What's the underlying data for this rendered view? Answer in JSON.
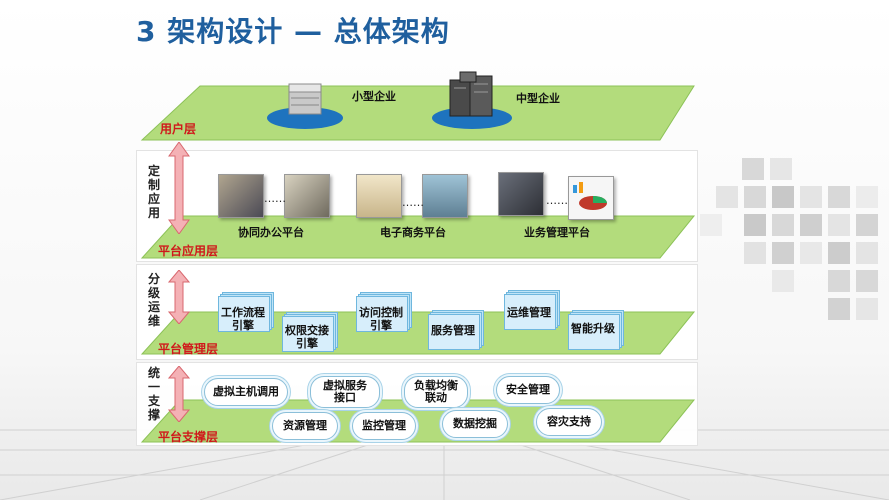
{
  "title": "3 架构设计 — 总体架构",
  "layers": {
    "user": {
      "name": "用户层",
      "small": "小型企业",
      "medium": "中型企业"
    },
    "app": {
      "name": "平台应用层",
      "side": [
        "定",
        "制",
        "应",
        "用"
      ],
      "dots": "……",
      "items": [
        "协同办公平台",
        "电子商务平台",
        "业务管理平台"
      ]
    },
    "mgmt": {
      "name": "平台管理层",
      "side": [
        "分",
        "级",
        "运",
        "维"
      ],
      "items": [
        {
          "l1": "工作流程",
          "l2": "引擎"
        },
        {
          "l1": "权限交接",
          "l2": "引擎"
        },
        {
          "l1": "访问控制",
          "l2": "引擎"
        },
        {
          "l1": "服务管理",
          "l2": ""
        },
        {
          "l1": "运维管理",
          "l2": ""
        },
        {
          "l1": "智能升级",
          "l2": ""
        }
      ]
    },
    "support": {
      "name": "平台支撑层",
      "side": [
        "统",
        "一",
        "支",
        "撑"
      ],
      "items": [
        {
          "l1": "虚拟主机调用",
          "l2": ""
        },
        {
          "l1": "虚拟服务",
          "l2": "接口"
        },
        {
          "l1": "负载均衡",
          "l2": "联动"
        },
        {
          "l1": "安全管理",
          "l2": ""
        },
        {
          "l1": "资源管理",
          "l2": ""
        },
        {
          "l1": "监控管理",
          "l2": ""
        },
        {
          "l1": "数据挖掘",
          "l2": ""
        },
        {
          "l1": "容灾支持",
          "l2": ""
        }
      ]
    }
  },
  "colors": {
    "title": "#1f5f9e",
    "layer_name": "#d0191b",
    "platform": "#a9d86e",
    "arrow": "#f2a3a8"
  }
}
